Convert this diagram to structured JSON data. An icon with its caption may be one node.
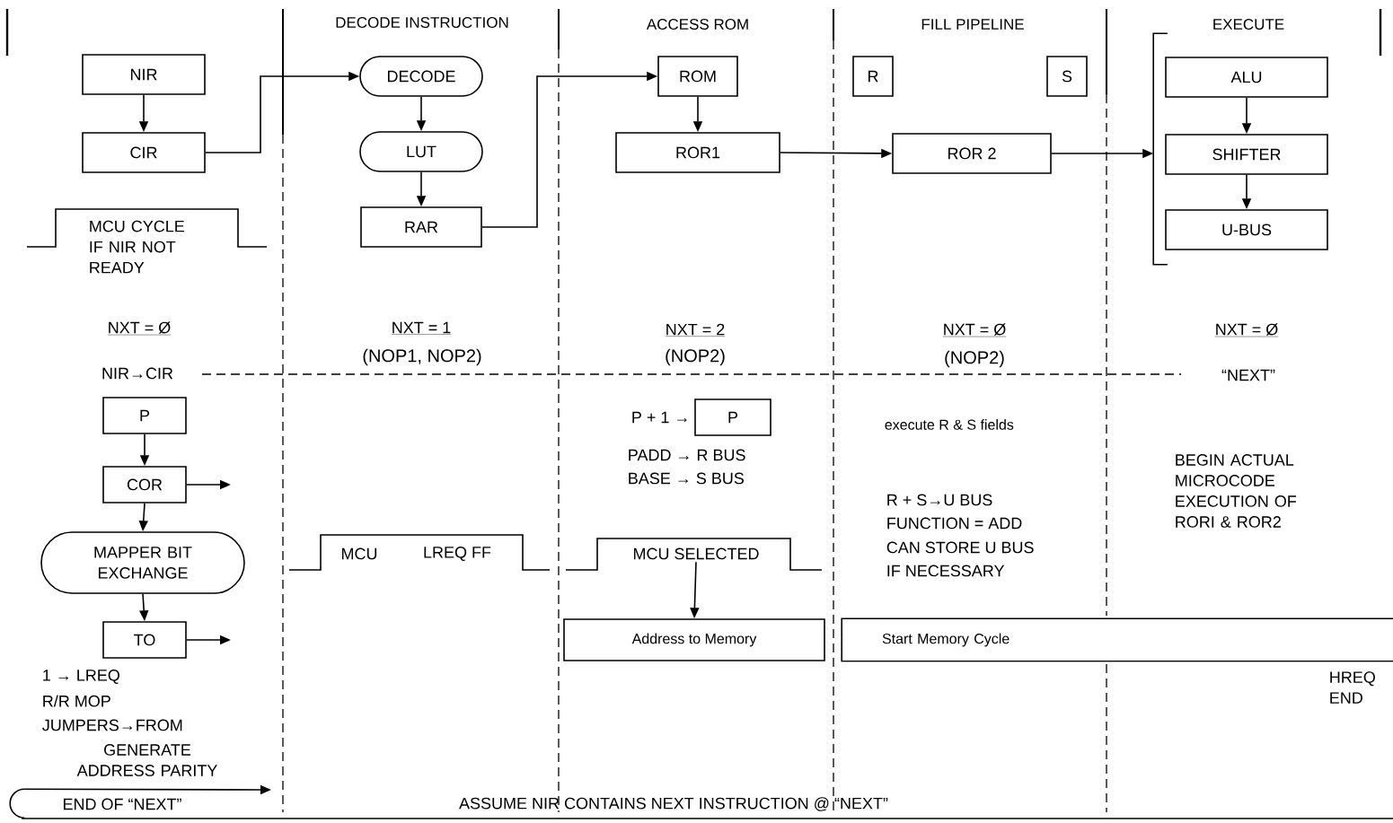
{
  "diagram": {
    "nodes": [
      {
        "text": [
          "NIR"
        ]
      },
      {
        "text": [
          "CIR"
        ]
      },
      {
        "text": [
          "DECODE"
        ]
      },
      {
        "text": [
          "LUT"
        ]
      },
      {
        "text": [
          "RAR"
        ]
      },
      {
        "text": [
          "ROM"
        ]
      },
      {
        "text": [
          "ROR1"
        ]
      },
      {
        "text": [
          "R"
        ]
      },
      {
        "text": [
          "S"
        ]
      },
      {
        "text": [
          "ROR 2"
        ]
      },
      {
        "text": [],
        "shape": "bar"
      },
      {
        "text": [
          "ALU"
        ]
      },
      {
        "text": [
          "SHIFTER"
        ]
      },
      {
        "text": [
          "U-BUS"
        ]
      },
      {
        "text": [
          "P"
        ]
      },
      {
        "text": [
          "COR"
        ]
      },
      {
        "text": [
          "MAPPER BIT EXCHANGE"
        ]
      },
      {
        "text": [
          "TO"
        ]
      },
      {
        "text": [
          "END OF “NEXT”"
        ]
      },
      {
        "text": [
          "P"
        ],
        "beside": [
          "P + 1 →"
        ]
      },
      {
        "text": [
          "MCU SELECTED"
        ]
      },
      {
        "text": [
          "Address to Memory"
        ]
      },
      {
        "text": [
          "Start Memory Cycle"
        ]
      }
    ],
    "edges": [
      {
        "from": 0,
        "to": 1,
        "arrow": "to"
      },
      {
        "from": 1,
        "to": 2,
        "arrow": "to"
      },
      {
        "from": 2,
        "to": 3,
        "arrow": "to"
      },
      {
        "from": 3,
        "to": 4,
        "arrow": "to"
      },
      {
        "from": 4,
        "to": 5,
        "arrow": "to"
      },
      {
        "from": 5,
        "to": 6,
        "arrow": "to"
      },
      {
        "from": 6,
        "to": 9,
        "arrow": "to"
      },
      {
        "from": 9,
        "to": 10,
        "arrow": "to"
      },
      {
        "from": 11,
        "to": 12,
        "arrow": "to"
      },
      {
        "from": 12,
        "to": 13,
        "arrow": "to"
      },
      {
        "from": 14,
        "to": 15,
        "arrow": "to"
      },
      {
        "from": 15,
        "to": 16,
        "arrow": "to"
      },
      {
        "from": 16,
        "to": 17,
        "arrow": "to"
      },
      {
        "from": 15,
        "to": null,
        "arrow": "to"
      },
      {
        "from": 17,
        "to": null,
        "arrow": "to"
      },
      {
        "from": 18,
        "to": null,
        "arrow": "to"
      },
      {
        "from": 20,
        "to": 21,
        "arrow": "to"
      }
    ],
    "labels": [
      "DECODE INSTRUCTION",
      "ACCESS ROM",
      "FILL PIPELINE",
      "EXECUTE",
      "MCU CYCLE IF NIR NOT READY",
      "NXT = Ø",
      "NXT = 1",
      "NXT = 2",
      "NXT = Ø",
      "NXT = Ø",
      "(NOP1, NOP2)",
      "(NOP2)",
      "(NOP2)",
      "NIR→CIR",
      "“NEXT”",
      "PADD → R BUS",
      "BASE → S BUS",
      "execute R & S fields",
      "BEGIN ACTUAL MICROCODE EXECUTION OF RORI & ROR2",
      "R + S→U BUS",
      "FUNCTION = ADD",
      "CAN STORE U BUS",
      "IF NECESSARY",
      "MCU",
      "LREQ FF",
      "1 → LREQ",
      "R/R MOP",
      "JUMPERS→FROM",
      "GENERATE ADDRESS PARITY",
      "ASSUME NIR CONTAINS NEXT INSTRUCTION @ “NEXT”",
      "HREQ END"
    ]
  }
}
